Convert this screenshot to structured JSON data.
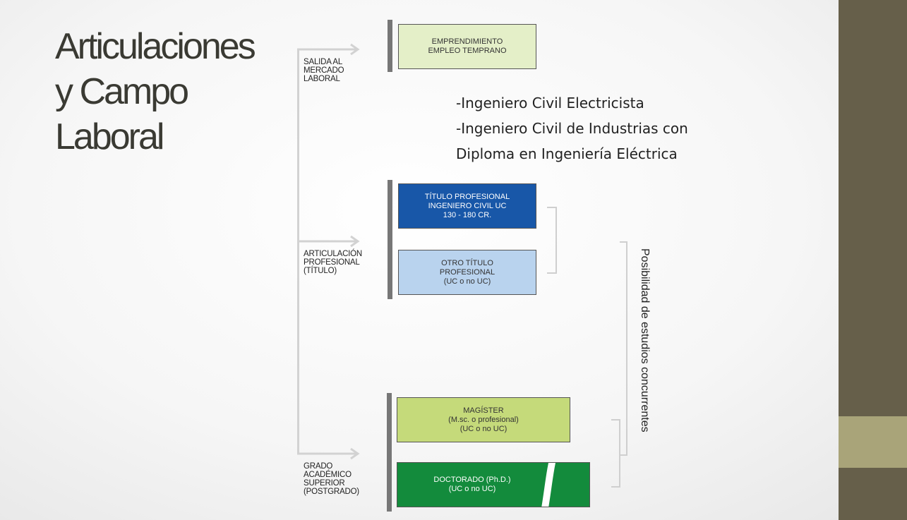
{
  "slide": {
    "title_lines": [
      "Articulaciones",
      "y Campo",
      "Laboral"
    ],
    "careers": [
      "-Ingeniero Civil Electricista",
      "-Ingeniero Civil de Industrias con",
      "Diploma en Ingeniería Eléctrica"
    ]
  },
  "diagram": {
    "labels": {
      "salida": [
        "SALIDA AL",
        "MERCADO",
        "LABORAL"
      ],
      "articulacion": [
        "ARTICULACIÓN",
        "PROFESIONAL",
        "(TÍTULO)"
      ],
      "grado": [
        "GRADO",
        "ACADÉMICO",
        "SUPERIOR",
        "(POSTGRADO)"
      ]
    },
    "boxes": {
      "emprendimiento": [
        "EMPRENDIMIENTO",
        "EMPLEO TEMPRANO"
      ],
      "titulo": [
        "TÍTULO PROFESIONAL",
        "INGENIERO CIVIL UC",
        "130 - 180 CR."
      ],
      "otro": [
        "OTRO TÍTULO",
        "PROFESIONAL",
        "(UC o no UC)"
      ],
      "magister": [
        "MAGÍSTER",
        "(M.sc. o profesional)",
        "(UC o no UC)"
      ],
      "doctorado": [
        "DOCTORADO (Ph.D.)",
        "(UC o no UC)"
      ]
    },
    "concurrent_label": "Posibilidad de estudios concurrentes",
    "colors": {
      "emprendimiento": "#e4efc8",
      "titulo": "#1857a8",
      "otro": "#b9d3ee",
      "magister": "#c5da7a",
      "doctorado": "#138b3c",
      "sidebar": "#665f4a",
      "sidebar_accent": "#a9a479"
    }
  }
}
